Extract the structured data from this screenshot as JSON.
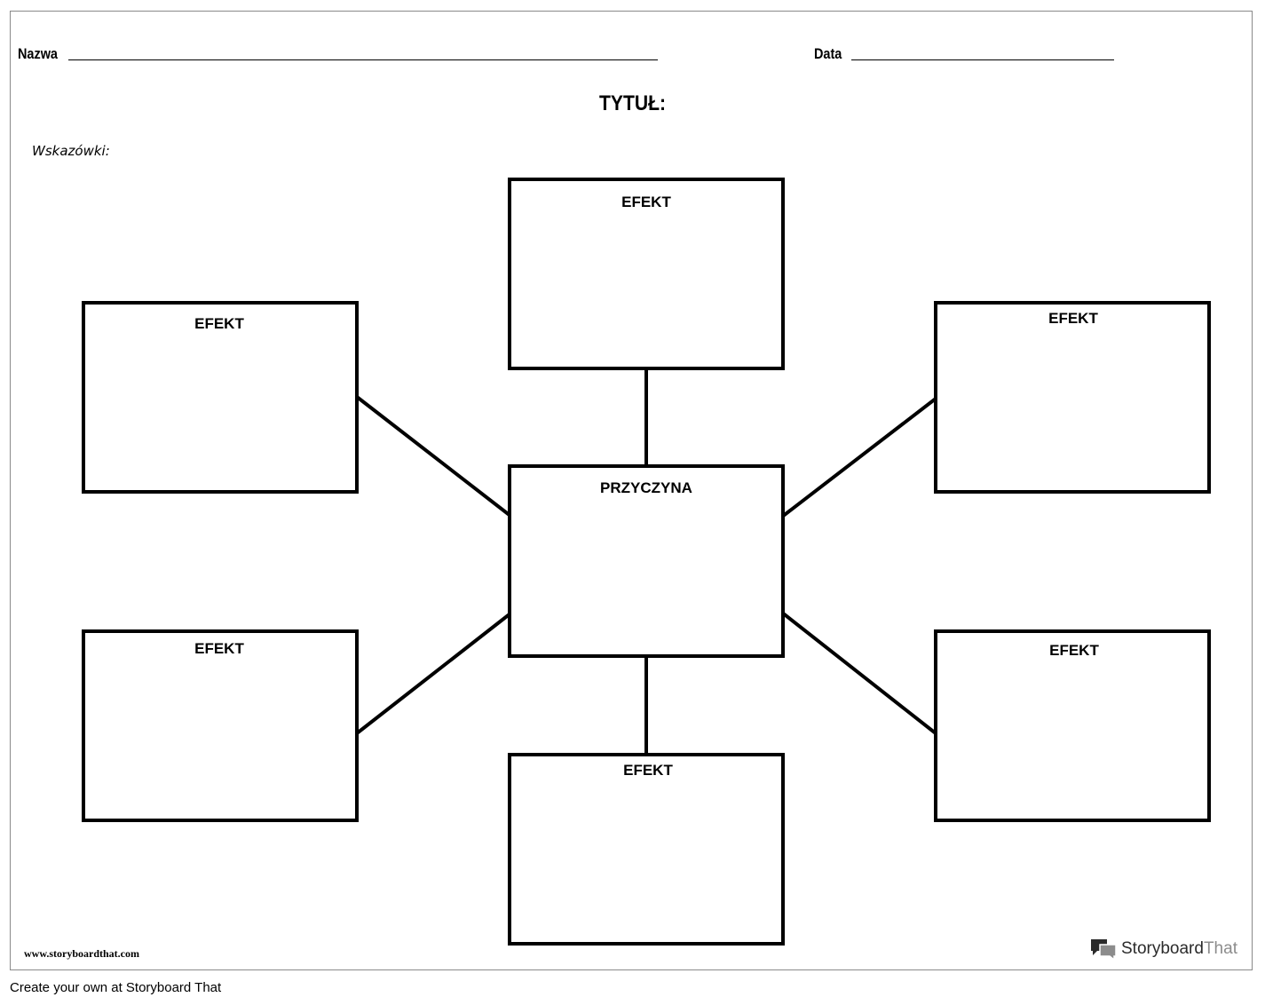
{
  "header": {
    "name_label": "Nazwa",
    "date_label": "Data"
  },
  "title": "TYTUŁ:",
  "hints_label": "Wskazówki:",
  "diagram": {
    "center_label": "PRZYCZYNA",
    "effects": [
      {
        "label": "EFEKT"
      },
      {
        "label": "EFEKT"
      },
      {
        "label": "EFEKT"
      },
      {
        "label": "EFEKT"
      },
      {
        "label": "EFEKT"
      },
      {
        "label": "EFEKT"
      }
    ]
  },
  "footer": {
    "site_url": "www.storyboardthat.com",
    "brand_part1": "Storyboard",
    "brand_part2": "That",
    "credit": "Create your own at Storyboard That"
  },
  "colors": {
    "stroke": "#000000",
    "sheet_border": "#8a8a8a",
    "brand_dark": "#2b2b2b",
    "brand_light": "#8c8c8c"
  }
}
